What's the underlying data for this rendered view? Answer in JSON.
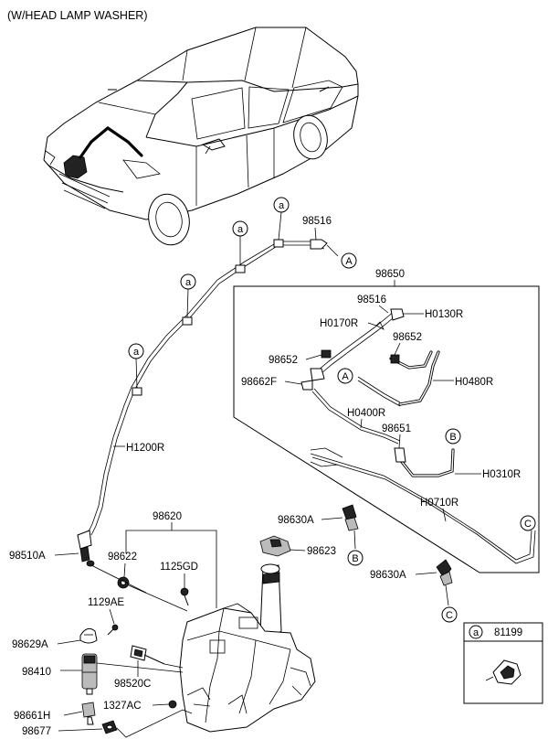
{
  "header": {
    "title": "(W/HEAD LAMP WASHER)"
  },
  "labels": {
    "p98516_top": "98516",
    "p98650": "98650",
    "p98516_box": "98516",
    "h0130r": "H0130R",
    "h0170r": "H0170R",
    "p98652_left": "98652",
    "p98652_right": "98652",
    "p98662f": "98662F",
    "h0480r": "H0480R",
    "h0400r": "H0400R",
    "p98651": "98651",
    "h0310r": "H0310R",
    "h1200r": "H1200R",
    "h0710r": "H0710R",
    "p98620": "98620",
    "p98630a_top": "98630A",
    "p98623": "98623",
    "p98510a": "98510A",
    "p98622": "98622",
    "p1125gd": "1125GD",
    "p98630a_bot": "98630A",
    "p1129ae": "1129AE",
    "p98629a": "98629A",
    "p98410": "98410",
    "p98520c": "98520C",
    "p98661h": "98661H",
    "p1327ac": "1327AC",
    "p98677": "98677",
    "p81199": "81199"
  },
  "callouts": {
    "a": "a",
    "A": "A",
    "B": "B",
    "C": "C"
  }
}
